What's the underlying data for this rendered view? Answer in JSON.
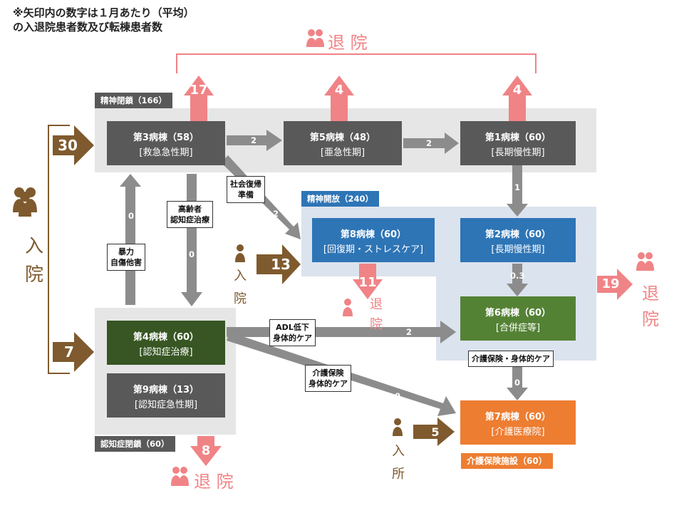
{
  "note": [
    "※矢印内の数字は１月あたり（平均）",
    "の入退院患者数及び転棟患者数"
  ],
  "zones": {
    "psych_closed": "精神閉鎖（166）",
    "psych_open": "精神開放（240）",
    "dementia_closed": "認知症閉鎖（60）",
    "nursing_facility": "介護保険施設（60）"
  },
  "wards": {
    "w3": {
      "name": "第3病棟（58）",
      "type": "[救急急性期]"
    },
    "w5": {
      "name": "第5病棟（48）",
      "type": "[亜急性期]"
    },
    "w1": {
      "name": "第1病棟（60）",
      "type": "[長期慢性期]"
    },
    "w8": {
      "name": "第8病棟（60）",
      "type": "[回復期・ストレスケア]"
    },
    "w2": {
      "name": "第2病棟（60）",
      "type": "[長期慢性期]"
    },
    "w6": {
      "name": "第6病棟（60）",
      "type": "[合併症等]"
    },
    "w4": {
      "name": "第4病棟（60）",
      "type": "[認知症治療]"
    },
    "w9": {
      "name": "第9病棟（13）",
      "type": "[認知症急性期]"
    },
    "w7": {
      "name": "第7病棟（60）",
      "type": "[介護医療院]"
    }
  },
  "discharge": {
    "top_label": "退 院",
    "w3": "17",
    "w5": "4",
    "w1": "4",
    "w8": "11",
    "w8_label": [
      "退",
      "院"
    ],
    "right": "19",
    "right_label": [
      "退",
      "院"
    ],
    "bottom": "8",
    "bottom_label": "退 院"
  },
  "admission": {
    "label": [
      "入",
      "院"
    ],
    "to_w3": "30",
    "to_w4": "7",
    "to_w8": "13",
    "w8_label": [
      "入",
      "院"
    ],
    "to_w7": "5",
    "w7_label": [
      "入",
      "所"
    ]
  },
  "transfers": {
    "w3_w5": "2",
    "w5_w1": "2",
    "w1_w2": "1",
    "w2_w6": "0.3",
    "w3_w8": "2",
    "w3_w8_label": [
      "社会復帰",
      "準備"
    ],
    "w3_w4": "0",
    "w3_w4_label": [
      "高齢者",
      "認知症治療"
    ],
    "w4_w3": "0",
    "w4_w3_label": [
      "暴力",
      "自傷他害"
    ],
    "w4_w6": "2",
    "w4_w6_label": [
      "ADL低下",
      "身体的ケア"
    ],
    "w4_w7": "0",
    "w4_w7_label": [
      "介護保険",
      "身体的ケア"
    ],
    "w6_w7": "0",
    "w6_w7_label": "介護保険・身体的ケア"
  },
  "colors": {
    "discharge": "#f08386",
    "admission": "#7f5a2e",
    "transfer": "#8c8c8c",
    "zone_gray": "#e6e6e6",
    "zone_blue": "#dbe3ee",
    "ward_gray": "#595959",
    "ward_blue": "#2e75b6",
    "ward_green": "#548235",
    "ward_dkgreen": "#375623",
    "ward_orange": "#ed7d31",
    "label_gray": "#595959",
    "label_blue": "#2e75b6",
    "label_orange": "#ed7d31"
  },
  "icons": [
    "people-icon",
    "person-icon"
  ]
}
